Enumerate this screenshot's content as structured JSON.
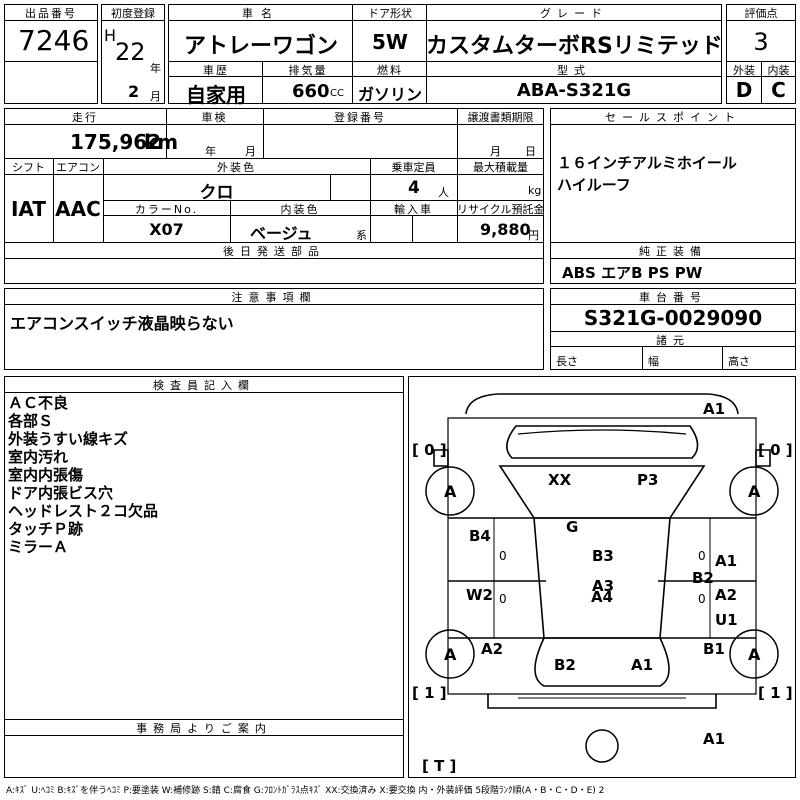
{
  "header": {
    "lot_label": "出品番号",
    "lot_no": "7246",
    "first_reg_label": "初度登録",
    "era": "H",
    "year": "22",
    "year_unit": "年",
    "month": "2",
    "month_unit": "月",
    "name_label": "車名",
    "car_name": "アトレーワゴン",
    "door_label": "ドア形状",
    "door": "5W",
    "grade_label": "グレード",
    "grade": "カスタムターボRSリミテッド",
    "score_label": "評価点",
    "score": "3",
    "history_label": "車歴",
    "history": "自家用",
    "displacement_label": "排気量",
    "displacement": "660",
    "displacement_unit": "CC",
    "fuel_label": "燃料",
    "fuel": "ガソリン",
    "model_label": "型式",
    "model": "ABA-S321G",
    "ext_label": "外装",
    "ext_score": "D",
    "int_label": "内装",
    "int_score": "C"
  },
  "specs": {
    "mileage_label": "走行",
    "mileage": "175,962",
    "mileage_unit": "km",
    "inspection_label": "車検",
    "insp_year_unit": "年",
    "insp_month_unit": "月",
    "regno_label": "登録番号",
    "transfer_label": "譲渡書類期限",
    "transfer_month_unit": "月",
    "transfer_day_unit": "日",
    "shift_label": "シフト",
    "shift": "IAT",
    "ac_label": "エアコン",
    "ac": "AAC",
    "color_label": "外装色",
    "color": "クロ",
    "capacity_label": "乗車定員",
    "capacity": "4",
    "capacity_unit": "人",
    "load_label": "最大積載量",
    "load_unit": "kg",
    "colorno_label": "カラーNo.",
    "colorno": "X07",
    "intcolor_label": "内装色",
    "intcolor": "ベージュ",
    "intcolor_unit": "系",
    "import_label": "輸入車",
    "recycle_label": "リサイクル預託金",
    "recycle": "9,880",
    "recycle_unit": "円",
    "later_label": "後日発送部品"
  },
  "sales": {
    "label": "セールスポイント",
    "lines": [
      "１６インチアルミホイール",
      "ハイルーフ"
    ]
  },
  "equipment": {
    "label": "純正装備",
    "value": "ABS エアB PS PW"
  },
  "notes": {
    "label": "注意事項欄",
    "value": "エアコンスイッチ液晶映らない"
  },
  "chassis": {
    "label": "車台番号",
    "value": "S321G-0029090",
    "dims_label": "諸元",
    "length_label": "長さ",
    "width_label": "幅",
    "height_label": "高さ"
  },
  "inspector": {
    "label": "検査員記入欄",
    "lines": [
      "ＡＣ不良",
      "各部Ｓ",
      "外装うすい線キズ",
      "室内汚れ",
      "室内内張傷",
      "ドア内張ビス穴",
      "ヘッドレスト２コ欠品",
      "タッチＰ跡",
      "ミラーＡ"
    ]
  },
  "office": {
    "label": "事務局よりご案内"
  },
  "diagram": {
    "top_a1": "A1",
    "tire_fl_count": "[ 0 ]",
    "tire_fr_count": "[ 0 ]",
    "tire_rl_count": "[ 1 ]",
    "tire_rr_count": "[ 1 ]",
    "tire_spare": "[ T ]",
    "tire_fl": "A",
    "tire_fr": "A",
    "tire_rl": "A",
    "tire_rr": "A",
    "m_xx": "XX",
    "m_p3": "P3",
    "m_g": "G",
    "m_b4": "B4",
    "m_b3": "B3",
    "m_a1_r1": "A1",
    "m_a3": "A3",
    "m_b2_r": "B2",
    "m_w2": "W2",
    "m_a4": "A4",
    "m_a2_r": "A2",
    "m_u1": "U1",
    "m_a2_l": "A2",
    "m_b1": "B1",
    "m_b2_b": "B2",
    "m_a1_b": "A1",
    "bottom_a1": "A1",
    "zero_l": "0",
    "zero_r1": "0",
    "zero_r2": "0",
    "zero_r3": "0"
  },
  "legend": "A:ｷｽﾞ U:ﾍｺﾐ B:ｷｽﾞを伴うﾍｺﾐ P:要塗装 W:補修跡 S:錆 C:腐食 G:ﾌﾛﾝﾄｶﾞﾗｽ点ｷｽﾞ XX:交換済み X:要交換 内・外装評価 5段階ﾗﾝｸ順(A・B・C・D・E) 2"
}
